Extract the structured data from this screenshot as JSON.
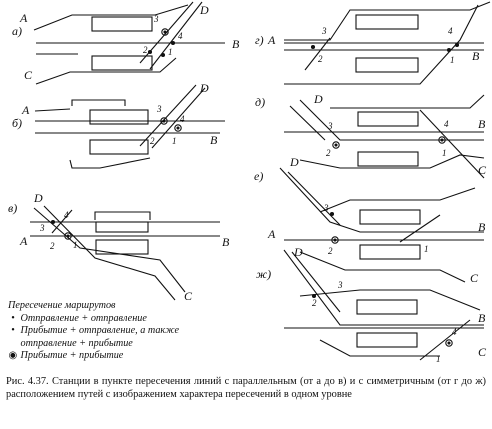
{
  "caption": "Рис. 4.37. Станции в пункте пересечения линий с параллельным (от а до в) и с симметричным (от г до ж) расположением путей с изображением характера пересечений в одном уровне",
  "legend": {
    "title": "Пересечение маршрутов",
    "items": [
      {
        "symbol": "•",
        "text": "Отправление + отправление"
      },
      {
        "symbol": "•",
        "text": "Прибытие + отправление, а также"
      },
      {
        "symbol": "",
        "text": "отправление + прибытие"
      },
      {
        "symbol": "◉",
        "text": "Прибытие + прибытие"
      }
    ]
  },
  "panels": {
    "a": {
      "label": "а)",
      "A": "A",
      "B": "B",
      "C": "C",
      "D": "D",
      "n1": "1",
      "n2": "2",
      "n3": "3",
      "n4": "4"
    },
    "b": {
      "label": "б)",
      "A": "A",
      "B": "B",
      "D": "D",
      "n1": "1",
      "n2": "2",
      "n3": "3",
      "n4": "4"
    },
    "v": {
      "label": "в)",
      "A": "A",
      "B": "B",
      "C": "C",
      "D": "D",
      "n1": "1",
      "n2": "2",
      "n3": "3",
      "n4": "4"
    },
    "g": {
      "label": "г)",
      "A": "A",
      "B": "B",
      "n1": "1",
      "n2": "2",
      "n3": "3",
      "n4": "4"
    },
    "d": {
      "label": "д)",
      "B": "B",
      "C": "C",
      "D": "D",
      "n1": "1",
      "n2": "2",
      "n3": "3",
      "n4": "4"
    },
    "e": {
      "label": "е)",
      "A": "A",
      "B": "B",
      "C": "C",
      "D": "D",
      "n1": "1",
      "n2": "2",
      "n3": "3"
    },
    "zh": {
      "label": "ж)",
      "B": "B",
      "C": "C",
      "D": "D",
      "n1": "1",
      "n2": "2",
      "n3": "3",
      "n4": "4"
    }
  }
}
